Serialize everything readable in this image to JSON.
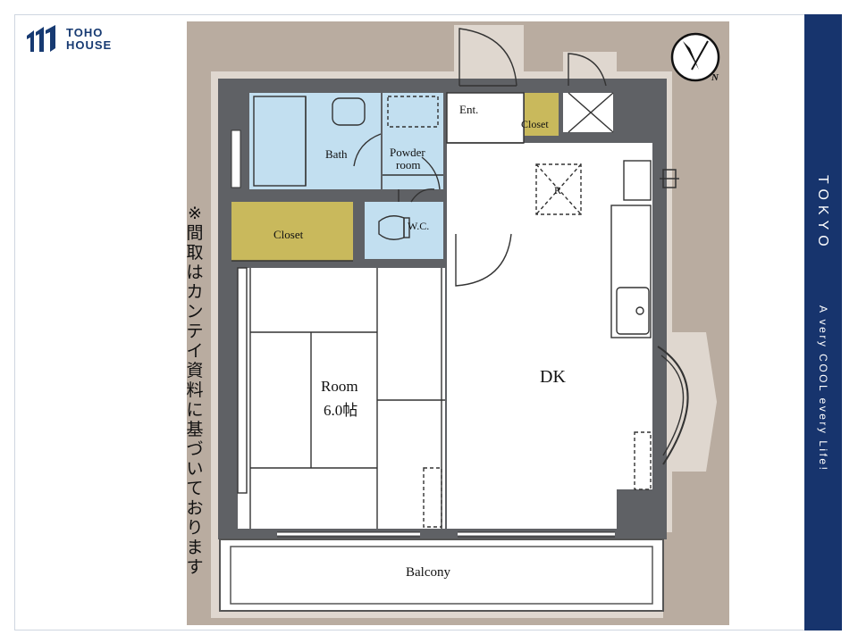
{
  "brand": {
    "line1": "TOHO",
    "line2": "HOUSE",
    "color": "#173a72",
    "icon": "toho-house-logo-icon"
  },
  "note": {
    "text": "※間取はカンテイ資料に基づいております",
    "chars": [
      "※",
      "間",
      "取",
      "は",
      "カ",
      "ン",
      "テ",
      "イ",
      "資",
      "料",
      "に",
      "基",
      "づ",
      "い",
      "て",
      "お",
      "り",
      "ま",
      "す"
    ]
  },
  "floorplan": {
    "rooms": {
      "entrance": "Ent.",
      "closet_entry": "Closet",
      "bath": "Bath",
      "powder_room_line1": "Powder",
      "powder_room_line2": "room",
      "closet_main": "Closet",
      "wc": "W.C.",
      "refrigerator": "R",
      "room_name": "Room",
      "room_size": "6.0帖",
      "dk": "DK",
      "balcony": "Balcony"
    },
    "compass": "N",
    "colors": {
      "wet_area": "#c2dff0",
      "closet": "#c9b95c",
      "wall": "#5f6165",
      "backdrop": "#b9aca0",
      "floor": "#ffffff"
    }
  },
  "side_banner": {
    "title": "TOKYO",
    "tagline": "A very COOL every Life!",
    "color": "#17346d"
  }
}
